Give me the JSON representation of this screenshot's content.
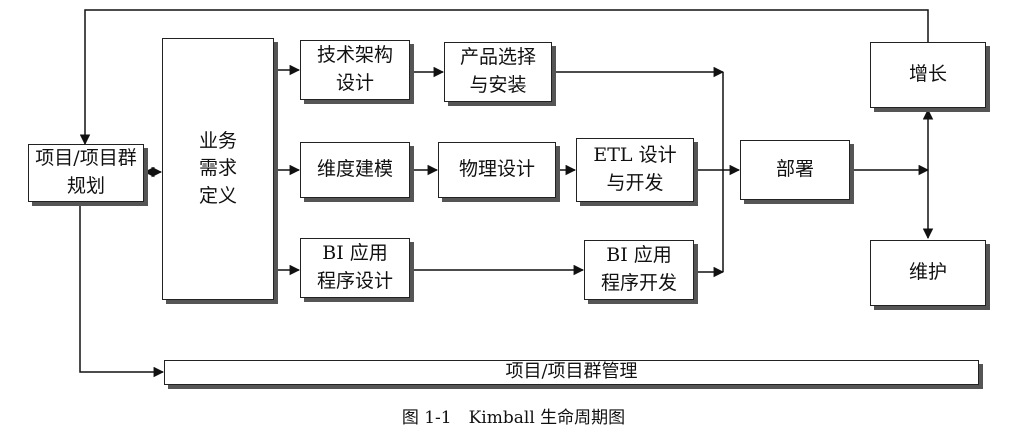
{
  "nodes": {
    "program_planning": "项目/项目群\n规划",
    "business_requirements": "业务\n需求\n定义",
    "technical_architecture": "技术架构\n设计",
    "product_selection": "产品选择\n与安装",
    "dimensional_modeling": "维度建模",
    "physical_design": "物理设计",
    "etl_design": "ETL 设计\n与开发",
    "bi_app_design": "BI 应用\n程序设计",
    "bi_app_development": "BI 应用\n程序开发",
    "deployment": "部署",
    "growth": "增长",
    "maintenance": "维护",
    "program_management": "项目/项目群管理"
  },
  "caption": "图 1-1　Kimball 生命周期图"
}
